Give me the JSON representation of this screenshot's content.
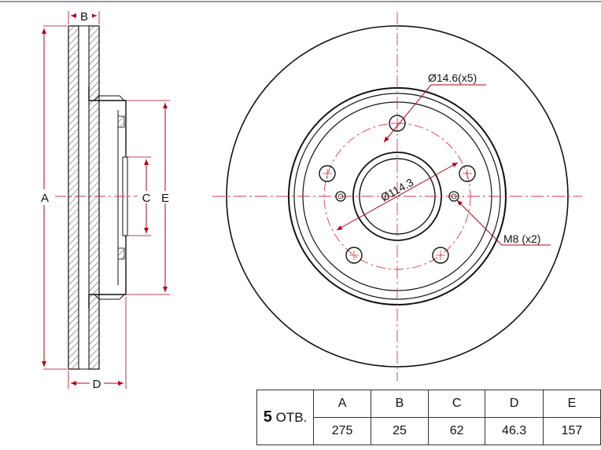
{
  "dimension_labels": {
    "a": "A",
    "b": "B",
    "c": "C",
    "d": "D",
    "e": "E"
  },
  "callouts": {
    "bolt_hole": "Ø14.6(x5)",
    "pcd": "Ø114.3",
    "thread": "M8 (x2)"
  },
  "table": {
    "holes_count": "5",
    "holes_unit": "ОТВ.",
    "headers": [
      "A",
      "B",
      "C",
      "D",
      "E"
    ],
    "values": [
      "275",
      "25",
      "62",
      "46.3",
      "157"
    ]
  },
  "colors": {
    "outline": "#111111",
    "dimension": "#b3001b",
    "centerline": "#d23a4a",
    "hatch": "#444444"
  }
}
